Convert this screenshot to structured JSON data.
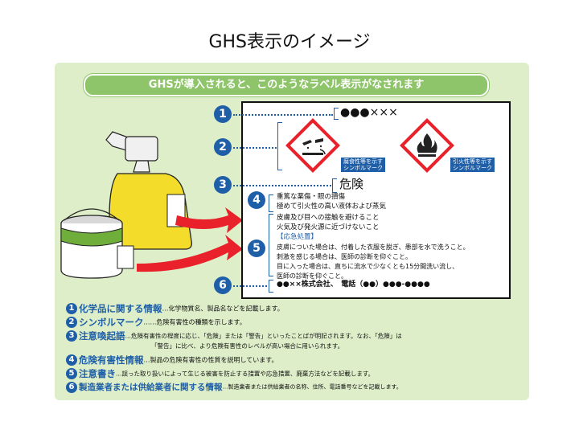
{
  "slide": {
    "title": "GHS表示のイメージ"
  },
  "banner": {
    "text": "GHSが導入されると、このようなラベル表示がなされます"
  },
  "label": {
    "product_name": "●●●×××",
    "pictograms": [
      {
        "icon": "corrosion-icon",
        "caption_lines": [
          "腐食性等を示す",
          "シンボルマーク"
        ]
      },
      {
        "icon": "flame-icon",
        "caption_lines": [
          "引火性等を示す",
          "シンボルマーク"
        ]
      }
    ],
    "signal_word": "危険",
    "hazard_lines": [
      "重篤な薬傷・眼の損傷",
      "極めて引火性の高い液体および蒸気"
    ],
    "precaution_lines": [
      "皮膚及び目への接触を避けること",
      "火気及び発火源に近づけないこと"
    ],
    "first_aid_heading": "【応急処置】",
    "first_aid_lines": [
      "皮膚についた場合は、付着した衣服を脱ぎ、患部を水で洗うこと。",
      "刺激を感じる場合は、医師の診断を仰ぐこと。",
      "目に入った場合は、直ちに流水で少なくとも15分間洗い流し、",
      "医師の診断を仰ぐこと。"
    ],
    "supplier_line": "●●××株式会社、　電話（●●）●●●-●●●●"
  },
  "markers": [
    "1",
    "2",
    "3",
    "4",
    "5",
    "6"
  ],
  "legend": [
    {
      "num": "1",
      "heading": "化学品に関する情報",
      "text": "…化学物質名、製品名などを記載します。"
    },
    {
      "num": "2",
      "heading": "シンボルマーク",
      "text": "……危険有害性の種類を示します。"
    },
    {
      "num": "3",
      "heading": "注意喚起語",
      "text": "…危険有害性の程度に応じ、「危険」または「警告」といったことばが明記されます。なお、「危険」は"
    },
    {
      "num": "",
      "heading": "",
      "text": "「警告」に比べ、より危険有害性のレベルが高い場合に用いられます。"
    },
    {
      "num": "4",
      "heading": "危険有害性情報",
      "text": "…製品の危険有害性の性質を説明しています。"
    },
    {
      "num": "5",
      "heading": "注意書き",
      "text": "…誤った取り扱いによって生じる被害を防止する措置や応急措置、廃棄方法などを記載します。"
    },
    {
      "num": "6",
      "heading": "製造業者または供給業者に関する情報",
      "text": "…製造業者または供給業者の名称、住所、電話番号などを記載します。"
    }
  ],
  "colors": {
    "panel": "#ddeec9",
    "banner": "#8fc56a",
    "marker": "#1f5fa8",
    "pictogram_border": "#e8212b",
    "arrow": "#e8212b",
    "bottle": "#f3dc2a",
    "can": "#6fae3a"
  }
}
